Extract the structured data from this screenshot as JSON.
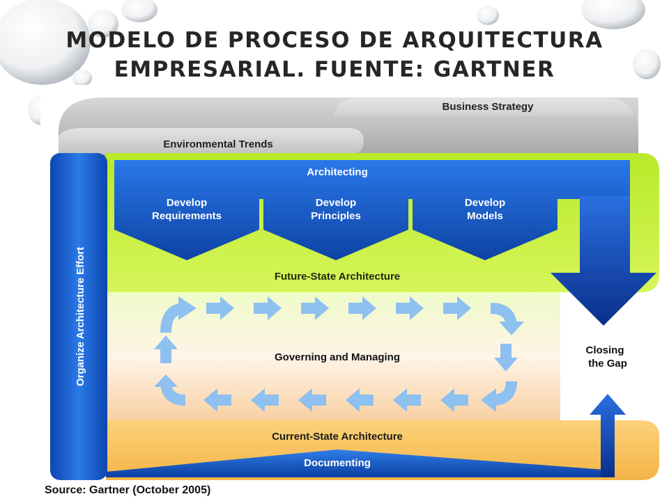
{
  "slide": {
    "title_line_1": "MODELO DE PROCESO DE ARQUITECTURA",
    "title_line_2": "EMPRESARIAL. FUENTE: GARTNER"
  },
  "diagram": {
    "business_strategy": "Business Strategy",
    "environmental_trends": "Environmental Trends",
    "architecting": "Architecting",
    "steps": [
      {
        "line1": "Develop",
        "line2": "Requirements"
      },
      {
        "line1": "Develop",
        "line2": "Principles"
      },
      {
        "line1": "Develop",
        "line2": "Models"
      }
    ],
    "future_state": "Future-State Architecture",
    "governing": "Governing and Managing",
    "organize": "Organize Architecture Effort",
    "closing_gap": {
      "line1": "Closing",
      "line2": "the Gap"
    },
    "current_state": "Current-State Architecture",
    "documenting": "Documenting"
  },
  "source": "Source: Gartner (October 2005)",
  "colors": {
    "title_text": "#262626",
    "lime": "#c8f03a",
    "blue": "#1a5fd0",
    "dark_blue": "#0a2f8a",
    "light_blue_arrow": "#8ec0f0",
    "orange_band": "#f8c060",
    "gray_band": "#b4b4b4"
  }
}
